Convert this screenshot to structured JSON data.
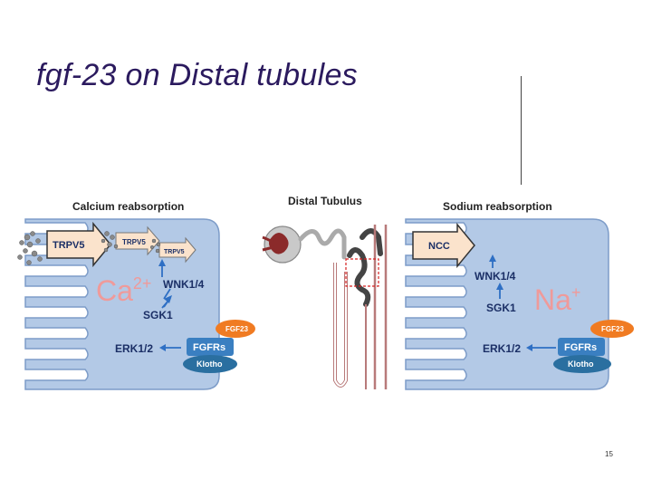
{
  "slide": {
    "title": "fgf-23 on Distal tubules",
    "page_number": "15"
  },
  "diagram": {
    "center_title": "Distal Tubulus",
    "left_panel": {
      "title": "Calcium reabsorption",
      "channels": [
        "TRPV5",
        "TRPV5",
        "TRPV5"
      ],
      "ion_base": "Ca",
      "ion_charge": "2+",
      "nodes": [
        "WNK1/4",
        "SGK1",
        "ERK1/2"
      ],
      "receptor": "FGFRs",
      "ligand": "FGF23",
      "coreceptor": "Klotho"
    },
    "right_panel": {
      "title": "Sodium reabsorption",
      "channel": "NCC",
      "ion_base": "Na",
      "ion_charge": "+",
      "nodes": [
        "WNK1/4",
        "SGK1",
        "ERK1/2"
      ],
      "receptor": "FGFRs",
      "ligand": "FGF23",
      "coreceptor": "Klotho"
    },
    "colors": {
      "cell_fill": "#b3c9e6",
      "cell_stroke": "#7d9cc8",
      "arrow_fill": "#fbe3cc",
      "arrow_stroke": "#333333",
      "ion_text": "#ef9a9a",
      "node_text": "#1b2f66",
      "pathway_arrow": "#2e6fc4",
      "fgf23": "#f07b22",
      "fgfr": "#3a7fc1",
      "klotho": "#2a6fa0",
      "title_color": "#2b1a5e"
    }
  }
}
